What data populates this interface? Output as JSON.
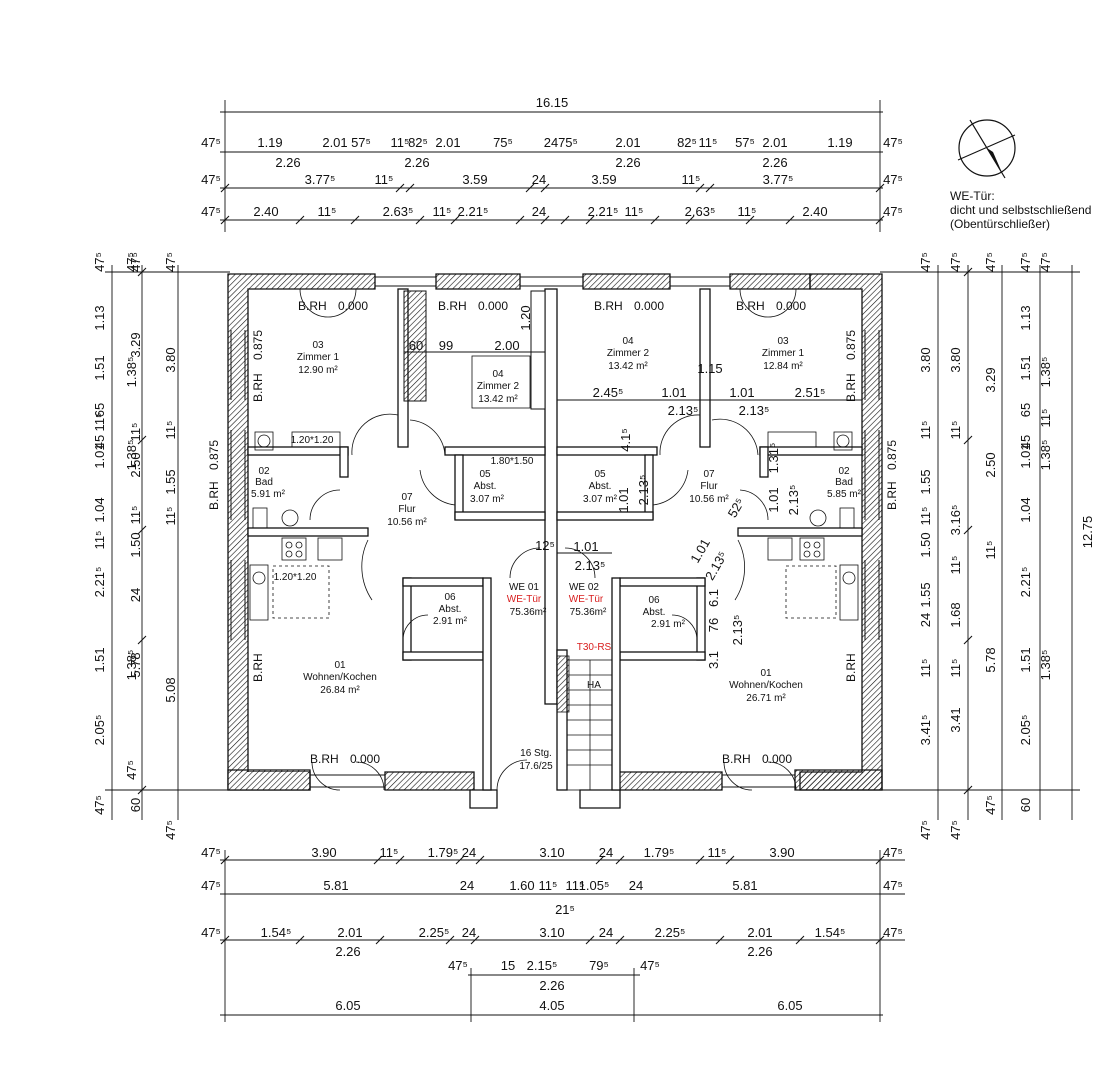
{
  "dims": {
    "top_total": "16.15",
    "top_r1": [
      "47⁵",
      "1.19",
      "2.01",
      "57⁵",
      "11⁵",
      "82⁵",
      "2.01",
      "75⁵",
      "24",
      "75⁵",
      "2.01",
      "82⁵",
      "11⁵",
      "57⁵",
      "2.01",
      "1.19",
      "47⁵"
    ],
    "top_r1_sub": [
      "2.26",
      "2.26",
      "2.26",
      "2.26"
    ],
    "top_r2": [
      "47⁵",
      "3.77⁵",
      "11⁵",
      "3.59",
      "24",
      "3.59",
      "11⁵",
      "3.77⁵",
      "47⁵"
    ],
    "top_r3": [
      "47⁵",
      "2.40",
      "11⁵",
      "2.63⁵",
      "11⁵",
      "2.21⁵",
      "24",
      "2.21⁵",
      "11⁵",
      "2.63⁵",
      "11⁵",
      "2.40",
      "47⁵"
    ],
    "bot_r1": [
      "47⁵",
      "3.90",
      "11⁵",
      "1.79⁵",
      "24",
      "3.10",
      "24",
      "1.79⁵",
      "11⁵",
      "3.90",
      "47⁵"
    ],
    "bot_r2": [
      "47⁵",
      "5.81",
      "24",
      "1.60",
      "11⁵",
      "11⁵",
      "1.05⁵",
      "24",
      "5.81",
      "47⁵"
    ],
    "bot_r2_sub": "21⁵",
    "bot_r3": [
      "47⁵",
      "1.54⁵",
      "2.01",
      "2.25⁵",
      "24",
      "3.10",
      "24",
      "2.25⁵",
      "2.01",
      "1.54⁵",
      "47⁵"
    ],
    "bot_r3_sub": [
      "2.26",
      "2.26"
    ],
    "bot_r4": [
      "47⁵",
      "15",
      "2.15⁵",
      "79⁵",
      "47⁵"
    ],
    "bot_r4_sub": "2.26",
    "bot_r5": [
      "6.05",
      "4.05",
      "6.05"
    ],
    "left_c1": [
      "47⁵",
      "1.13",
      "1.51",
      "65",
      "11⁵",
      "45",
      "1.01",
      "1.04",
      "11⁵",
      "2.21⁵",
      "1.51",
      "2.05⁵",
      "47⁵"
    ],
    "left_c2": [
      "47⁵",
      "1.38⁵",
      "1.38⁵",
      "1.38⁵",
      "47⁵"
    ],
    "left_c3": [
      "47⁵",
      "3.29",
      "11⁵",
      "2.50",
      "11⁵",
      "1.50",
      "24",
      "5.78",
      "60"
    ],
    "left_c4": [
      "47⁵",
      "3.80",
      "11⁵",
      "1.55",
      "11⁵",
      "5.08",
      "47⁵"
    ],
    "right_c1": [
      "47⁵",
      "3.80",
      "11⁵",
      "1.55",
      "11⁵",
      "1.50",
      "1.55",
      "24",
      "11⁵",
      "3.41⁵",
      "47⁵"
    ],
    "right_c2": [
      "47⁵",
      "3.80",
      "11⁵",
      "3.16⁵",
      "11⁵",
      "1.68",
      "11⁵",
      "3.41",
      "47⁵"
    ],
    "right_c3": [
      "47⁵",
      "3.29",
      "2.50",
      "11⁵",
      "5.78",
      "47⁵"
    ],
    "right_c4": [
      "47⁵",
      "1.13",
      "1.51",
      "65",
      "45",
      "1.01",
      "1.04",
      "2.21⁵",
      "1.51",
      "2.05⁵",
      "60"
    ],
    "right_c5": [
      "47⁵",
      "1.38⁵",
      "11⁵",
      "1.38⁵",
      "1.38⁵"
    ],
    "right_total": "12.75"
  },
  "rooms": [
    {
      "num": "03",
      "name": "Zimmer 1",
      "area": "12.90 m²"
    },
    {
      "num": "04",
      "name": "Zimmer 2",
      "area": "13.42 m²"
    },
    {
      "num": "04",
      "name": "Zimmer 2",
      "area": "13.42 m²"
    },
    {
      "num": "03",
      "name": "Zimmer 1",
      "area": "12.84 m²"
    },
    {
      "num": "02",
      "name": "Bad",
      "area": "5.91 m²"
    },
    {
      "num": "02",
      "name": "Bad",
      "area": "5.85 m²"
    },
    {
      "num": "07",
      "name": "Flur",
      "area": "10.56 m²"
    },
    {
      "num": "07",
      "name": "Flur",
      "area": "10.56 m²"
    },
    {
      "num": "05",
      "name": "Abst.",
      "area": "3.07 m²"
    },
    {
      "num": "05",
      "name": "Abst.",
      "area": "3.07 m²"
    },
    {
      "num": "06",
      "name": "Abst.",
      "area": "2.91 m²"
    },
    {
      "num": "06",
      "name": "Abst.",
      "area": "2.91 m²"
    },
    {
      "num": "01",
      "name": "Wohnen/Kochen",
      "area": "26.84 m²"
    },
    {
      "num": "01",
      "name": "Wohnen/Kochen",
      "area": "26.71 m²"
    }
  ],
  "units": [
    {
      "id": "WE 01",
      "door": "WE-Tür",
      "area": "75.36m²"
    },
    {
      "id": "WE 02",
      "door": "WE-Tür",
      "area": "75.36m²"
    }
  ],
  "labels": {
    "brh": "B.RH",
    "level": "0.000",
    "brh_side": "0.875",
    "t30": "T30-RS",
    "ha": "HA",
    "stairs1": "16 Stg.",
    "stairs2": "17.6/25",
    "shower": "1.20*1.20",
    "kitchen": "1.20*1.20",
    "abst_size": "1.80*1.50",
    "d60": "60",
    "d99": "99",
    "d200": "2.00",
    "d120": "1.20",
    "d245": "2.45⁵",
    "d101": "1.01",
    "d125": "12⁵",
    "d213": "2.13⁵",
    "d115": "1.15",
    "d251": "2.51⁵",
    "d76": "76",
    "d31": "3.1",
    "d52": "52⁵",
    "d61": "6.1",
    "d41": "4.1⁵",
    "d131": "1.31⁵"
  },
  "note": {
    "l1": "WE-Tür:",
    "l2": "dicht und selbstschließend",
    "l3": "(Obentürschließer)"
  },
  "colors": {
    "note": "#d81e1e",
    "line": "#111111"
  }
}
